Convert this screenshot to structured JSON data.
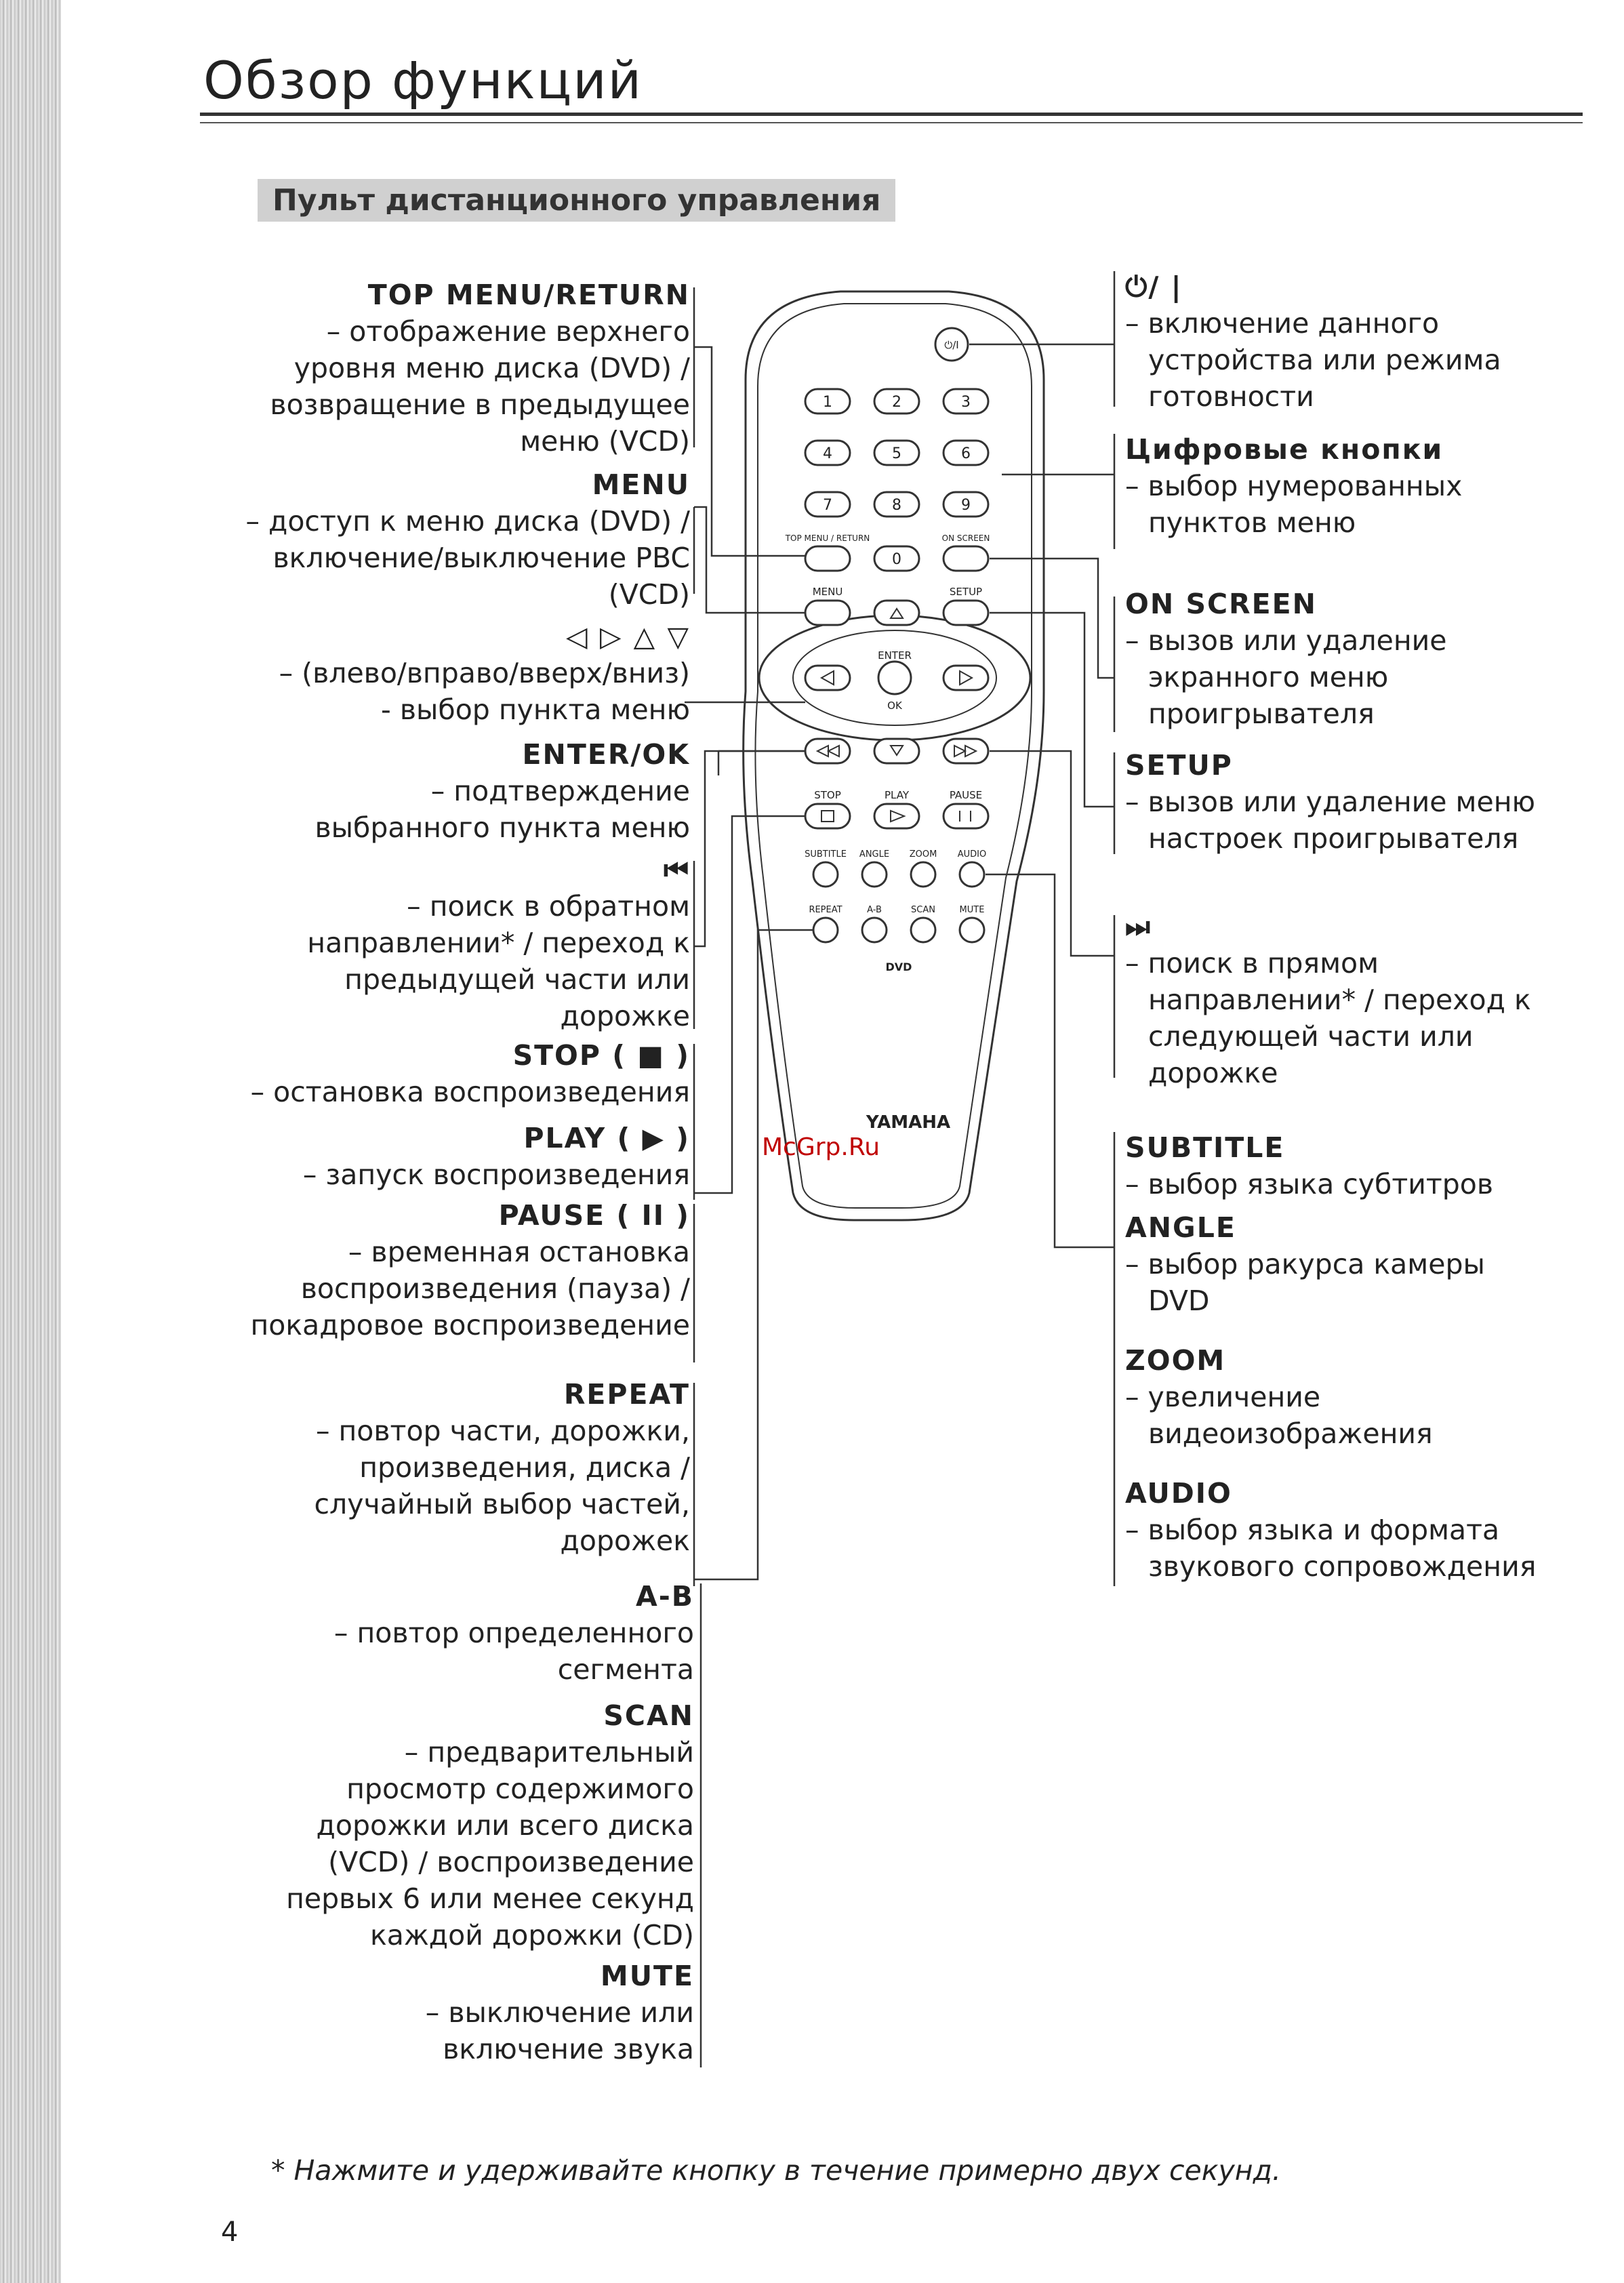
{
  "header": {
    "title": "Обзор функций",
    "section": "Пульт дистанционного управления"
  },
  "left_labels": [
    {
      "heading": "TOP MENU/RETURN",
      "lines": [
        "– отображение верхнего",
        "уровня меню диска (DVD) /",
        "возвращение в предыдущее",
        "меню (VCD)"
      ]
    },
    {
      "heading": "MENU",
      "lines": [
        "– доступ к меню диска (DVD) /",
        "включение/выключение PBC",
        "(VCD)"
      ]
    },
    {
      "heading": "◁ ▷ △ ▽",
      "lines": [
        "– (влево/вправо/вверх/вниз)",
        "- выбор пункта меню"
      ]
    },
    {
      "heading": "ENTER/OK",
      "lines": [
        "– подтверждение",
        "выбранного пункта меню"
      ]
    },
    {
      "heading": "⏮",
      "lines": [
        "– поиск в обратном",
        "направлении* / переход к",
        "предыдущей части или",
        "дорожке"
      ]
    },
    {
      "heading": "STOP ( ■ )",
      "lines": [
        "– остановка воспроизведения"
      ]
    },
    {
      "heading": "PLAY ( ▶ )",
      "lines": [
        "– запуск воспроизведения"
      ]
    },
    {
      "heading": "PAUSE ( II )",
      "lines": [
        "– временная остановка",
        "воспроизведения (пауза) /",
        "покадровое воспроизведение"
      ]
    },
    {
      "heading": "REPEAT",
      "lines": [
        "– повтор части, дорожки,",
        "произведения, диска /",
        "случайный выбор частей,",
        "дорожек"
      ]
    },
    {
      "heading": "A-B",
      "lines": [
        "– повтор определенного",
        "сегмента"
      ]
    },
    {
      "heading": "SCAN",
      "lines": [
        "– предварительный",
        "просмотр содержимого",
        "дорожки или всего диска",
        "(VCD) / воспроизведение",
        "первых 6 или менее секунд",
        "каждой дорожки (CD)"
      ]
    },
    {
      "heading": "MUTE",
      "lines": [
        "– выключение или",
        "включение звука"
      ]
    }
  ],
  "right_labels": [
    {
      "heading": "⏻/ |",
      "lines": [
        "– включение данного",
        "устройства или режима",
        "готовности"
      ]
    },
    {
      "heading": "Цифровые кнопки",
      "lines": [
        "– выбор нумерованных",
        "пунктов меню"
      ]
    },
    {
      "heading": "ON SCREEN",
      "lines": [
        "– вызов или удаление",
        "экранного меню",
        "проигрывателя"
      ]
    },
    {
      "heading": "SETUP",
      "lines": [
        "– вызов или удаление меню",
        "настроек проигрывателя"
      ]
    },
    {
      "heading": "⏭",
      "lines": [
        "– поиск в прямом",
        "направлении* / переход к",
        "следующей части или",
        "дорожке"
      ]
    },
    {
      "heading": "SUBTITLE",
      "lines": [
        "– выбор языка субтитров"
      ]
    },
    {
      "heading": "ANGLE",
      "lines": [
        "– выбор ракурса камеры",
        "DVD"
      ]
    },
    {
      "heading": "ZOOM",
      "lines": [
        "– увеличение",
        "видеоизображения"
      ]
    },
    {
      "heading": "AUDIO",
      "lines": [
        "– выбор языка и формата",
        "звукового сопровождения"
      ]
    }
  ],
  "remote": {
    "power": "⏻/I",
    "digits": [
      "1",
      "2",
      "3",
      "4",
      "5",
      "6",
      "7",
      "8",
      "9",
      "0"
    ],
    "top_menu_return": "TOP MENU / RETURN",
    "on_screen": "ON SCREEN",
    "menu": "MENU",
    "setup": "SETUP",
    "enter": "ENTER",
    "ok": "OK",
    "stop": "STOP",
    "play": "PLAY",
    "pause": "PAUSE",
    "subtitle": "SUBTITLE",
    "angle": "ANGLE",
    "zoom": "ZOOM",
    "audio": "AUDIO",
    "repeat": "REPEAT",
    "a_b": "A-B",
    "scan": "SCAN",
    "mute": "MUTE",
    "dvd": "DVD",
    "brand": "YAMAHA"
  },
  "footnote": "* Нажмите и удерживайте кнопку в течение примерно двух секунд.",
  "page_number": "4",
  "watermark": "McGrp.Ru"
}
